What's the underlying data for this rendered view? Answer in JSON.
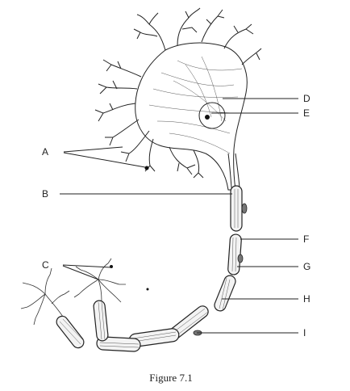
{
  "figure": {
    "caption": "Figure 7.1",
    "labels": {
      "A": "A",
      "B": "B",
      "C": "C",
      "D": "D",
      "E": "E",
      "F": "F",
      "G": "G",
      "H": "H",
      "I": "I"
    }
  }
}
